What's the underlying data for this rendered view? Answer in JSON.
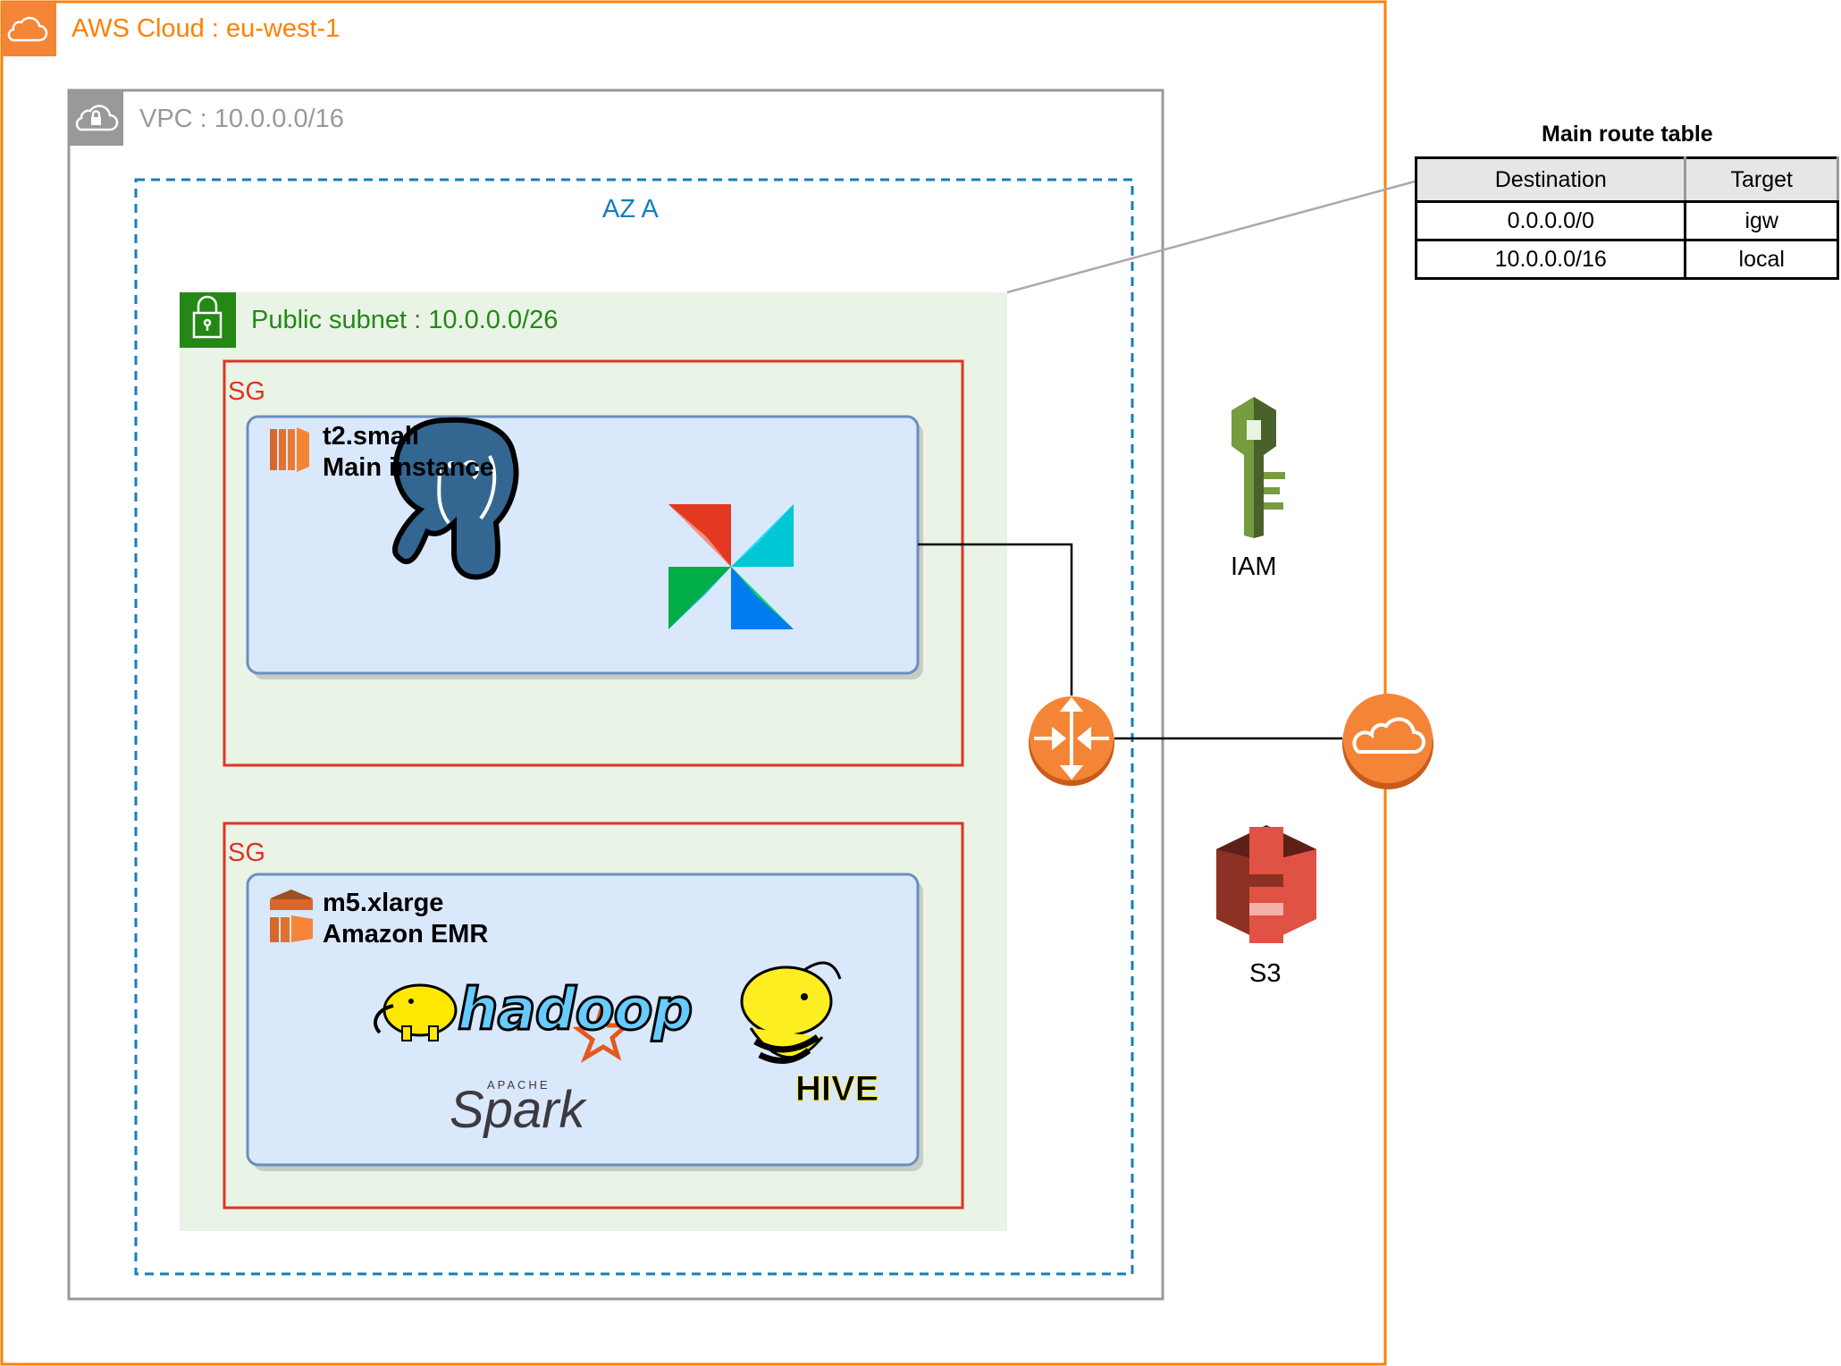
{
  "aws_cloud": {
    "label": "AWS Cloud : eu-west-1"
  },
  "vpc": {
    "label": "VPC : 10.0.0.0/16"
  },
  "az": {
    "label": "AZ A"
  },
  "subnet": {
    "label": "Public subnet : 10.0.0.0/26"
  },
  "security_groups": [
    {
      "label": "SG",
      "instance": {
        "line1": "t2.small",
        "line2": "Main instance"
      }
    },
    {
      "label": "SG",
      "instance": {
        "line1": "m5.xlarge",
        "line2": "Amazon EMR"
      }
    }
  ],
  "logos": {
    "hadoop": "hadoop",
    "spark_small": "APACHE",
    "spark": "Spark",
    "hive": "HIVE"
  },
  "services": {
    "iam": "IAM",
    "s3": "S3"
  },
  "route_table": {
    "title": "Main route table",
    "headers": [
      "Destination",
      "Target"
    ],
    "rows": [
      [
        "0.0.0.0/0",
        "igw"
      ],
      [
        "10.0.0.0/16",
        "local"
      ]
    ]
  },
  "icons": [
    "cloud-icon",
    "vpc-cloud-lock-icon",
    "subnet-lock-icon",
    "ec2-icon",
    "emr-icon",
    "postgresql-elephant-icon",
    "airflow-pinwheel-icon",
    "hadoop-elephant-icon",
    "hive-bee-icon",
    "router-icon",
    "internet-gateway-icon",
    "iam-key-icon",
    "s3-bucket-icon"
  ],
  "colors": {
    "aws_orange": "#ff8000",
    "vpc_gray": "#999999",
    "az_blue": "#147eba",
    "subnet_green": "#248814",
    "subnet_fill": "#e9f3e6",
    "sg_red": "#dd3522",
    "instance_fill": "#dae8fc",
    "instance_border": "#6c8ebf"
  }
}
